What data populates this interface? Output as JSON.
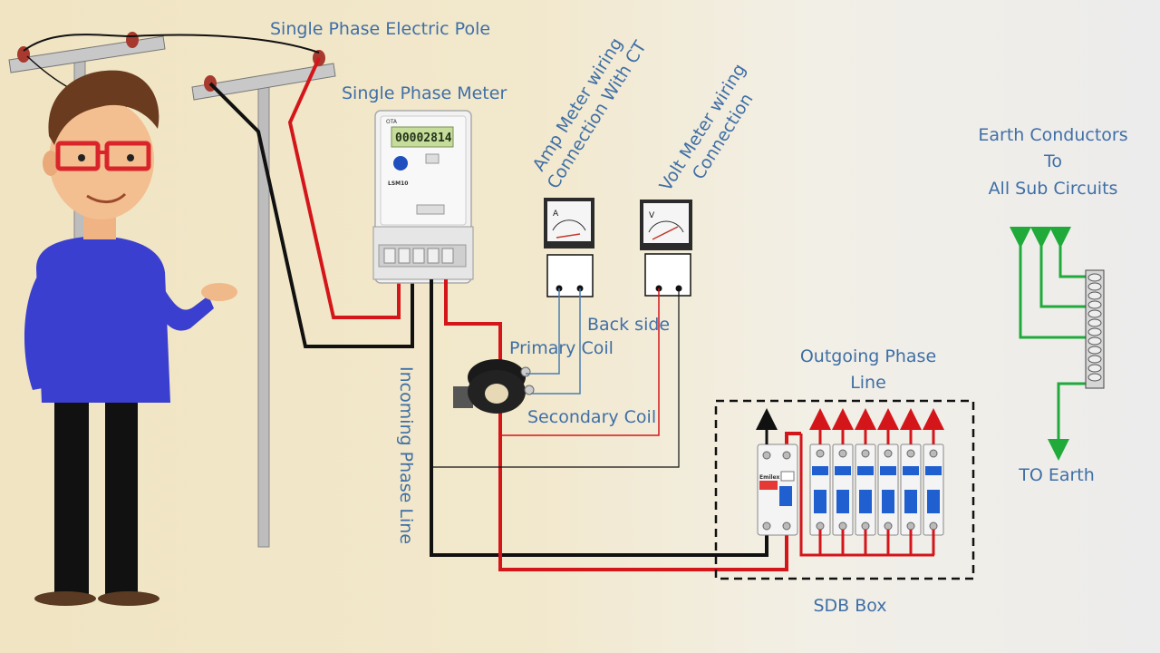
{
  "labels": {
    "pole": "Single Phase Electric Pole",
    "meter": "Single Phase Meter",
    "amp_line1": "Amp Meter wiring",
    "amp_line2": "Connection With CT",
    "volt_line1": "Volt Meter wiring",
    "volt_line2": "Connection",
    "earth_line1": "Earth Conductors",
    "earth_line2": "To",
    "earth_line3": "All Sub Circuits",
    "back_side": "Back side",
    "primary_coil": "Primary Coil",
    "secondary_coil": "Secondary Coil",
    "incoming": "Incoming  Phase Line",
    "outgoing_line1": "Outgoing Phase",
    "outgoing_line2": "Line",
    "to_earth": "TO Earth",
    "sdb_box": "SDB Box"
  },
  "meter": {
    "brand": "OTA",
    "reading": "00002814",
    "model": "LSM10"
  },
  "gauges": {
    "ammeter_symbol": "A",
    "voltmeter_symbol": "V"
  },
  "breakers": {
    "main_brand": "Emilex",
    "mcb_count": 6
  },
  "colors": {
    "label": "#3f6fa6",
    "phase_wire": "#d4161b",
    "neutral_wire": "#111111",
    "earth_wire": "#1faa3a",
    "breaker_blue": "#1f5fcf"
  }
}
